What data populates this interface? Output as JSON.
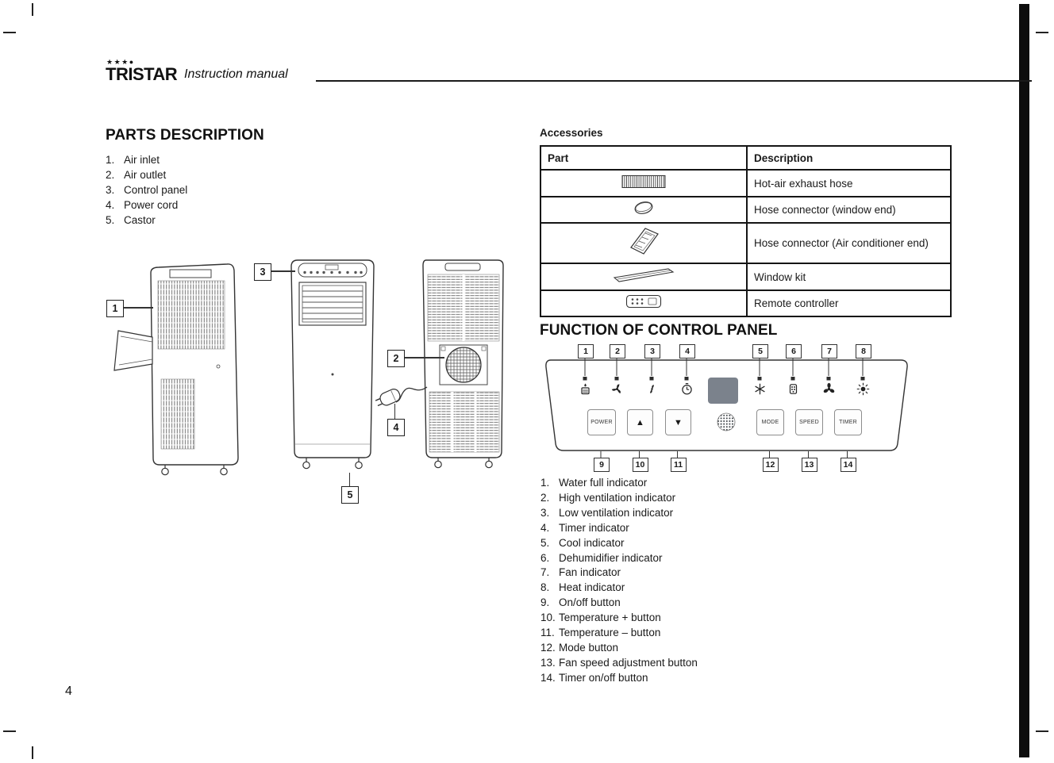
{
  "header": {
    "brand": "TRISTAR",
    "brand_stars": "★★★●",
    "subtitle": "Instruction manual"
  },
  "page_number": "4",
  "parts": {
    "title": "PARTS DESCRIPTION",
    "items": [
      {
        "num": "1.",
        "label": "Air inlet"
      },
      {
        "num": "2.",
        "label": "Air outlet"
      },
      {
        "num": "3.",
        "label": "Control panel"
      },
      {
        "num": "4.",
        "label": "Power cord"
      },
      {
        "num": "5.",
        "label": "Castor"
      }
    ],
    "callouts": [
      "1",
      "2",
      "3",
      "4",
      "5"
    ]
  },
  "accessories": {
    "title": "Accessories",
    "col_part": "Part",
    "col_description": "Description",
    "rows": [
      {
        "icon": "hot-air-exhaust-hose",
        "description": "Hot-air exhaust hose"
      },
      {
        "icon": "hose-connector-window-end",
        "description": "Hose connector (window end)"
      },
      {
        "icon": "hose-connector-ac-end",
        "description": "Hose connector (Air conditioner end)"
      },
      {
        "icon": "window-kit",
        "description": "Window kit"
      },
      {
        "icon": "remote-controller",
        "description": "Remote controller"
      }
    ]
  },
  "control_panel": {
    "title": "FUNCTION OF CONTROL PANEL",
    "top_callouts": [
      "1",
      "2",
      "3",
      "4",
      "5",
      "6",
      "7",
      "8"
    ],
    "bottom_callouts": [
      "9",
      "10",
      "11",
      "12",
      "13",
      "14"
    ],
    "buttons": {
      "power": "POWER",
      "up": "▲",
      "down": "▼",
      "mode": "MODE",
      "speed": "SPEED",
      "timer": "TIMER"
    },
    "functions": [
      {
        "num": "1.",
        "label": "Water full indicator"
      },
      {
        "num": "2.",
        "label": "High ventilation indicator"
      },
      {
        "num": "3.",
        "label": "Low ventilation indicator"
      },
      {
        "num": "4.",
        "label": "Timer indicator"
      },
      {
        "num": "5.",
        "label": "Cool indicator"
      },
      {
        "num": "6.",
        "label": "Dehumidifier indicator"
      },
      {
        "num": "7.",
        "label": "Fan indicator"
      },
      {
        "num": "8.",
        "label": "Heat indicator"
      },
      {
        "num": "9.",
        "label": "On/off button"
      },
      {
        "num": "10.",
        "label": "Temperature + button"
      },
      {
        "num": "11.",
        "label": "Temperature – button"
      },
      {
        "num": "12.",
        "label": "Mode button"
      },
      {
        "num": "13.",
        "label": "Fan speed adjustment button"
      },
      {
        "num": "14.",
        "label": "Timer on/off button"
      }
    ]
  }
}
